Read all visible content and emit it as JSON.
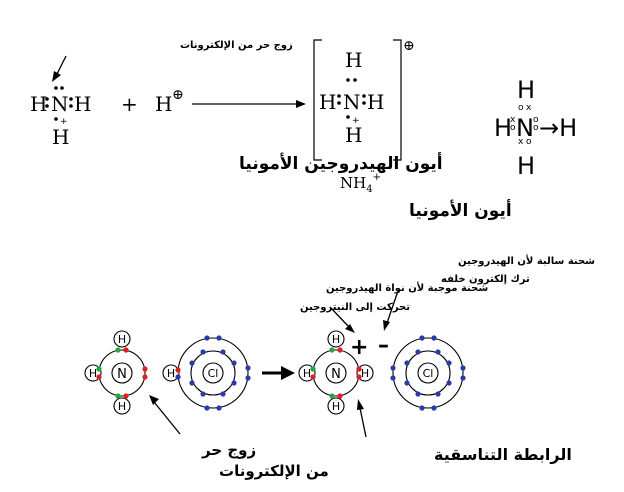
{
  "colors": {
    "ink": "#000000",
    "electron_red": "#dd1f1f",
    "electron_green": "#27a53c",
    "electron_blue": "#2a3aaa"
  },
  "top": {
    "lone_pair_label": "زوج حر من الإلكترونات",
    "ammonia": {
      "h_left": "H",
      "n": "N",
      "h_right": "H",
      "h_below": "H"
    },
    "plus": "+",
    "proton": "H",
    "proton_charge": "⊕",
    "ammonia_name": "أيون الهيدروجين الأمونيا",
    "ammonium_bracket": {
      "h_top": "H",
      "h_left": "H",
      "n": "N",
      "h_right": "H",
      "h_below": "H",
      "charge": "⊕"
    },
    "ammonium_formula": "NH",
    "ammonium_sub": "4",
    "ammonium_sup": "+",
    "ammonium_name": "أيون الأمونيا",
    "right_structure": {
      "h_top": "H",
      "h_left": "H",
      "n": "N",
      "arrow_h": "→H",
      "h_bottom": "H",
      "o": "o",
      "x": "x"
    }
  },
  "bottom": {
    "negative_charge_label_line1": "شحنة سالبة لأن الهيدروجين",
    "negative_charge_label_line2": "ترك إلكترون خلفه",
    "positive_charge_label_line1": "شحنة موجبة لأن نواة الهيدروجين",
    "positive_charge_label_line2": "تحركت إلى النيتروجين",
    "atoms": {
      "h": "H",
      "n": "N",
      "cl": "Cl"
    },
    "plus_sign": "+",
    "minus_sign": "–",
    "lone_pair_line1": "زوج حر",
    "lone_pair_line2": "من الإلكترونات",
    "coordinate_bond_label": "الرابطة التناسقية"
  }
}
